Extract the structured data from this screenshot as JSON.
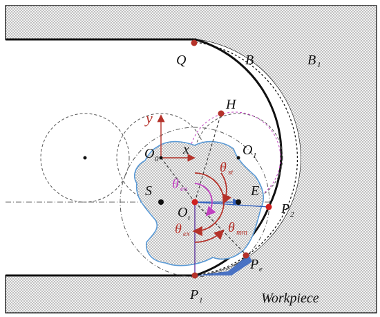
{
  "figure": {
    "workpiece_label": "Workpiece",
    "curve_labels": {
      "B": "B",
      "B1": "B",
      "B1_sub": "1"
    },
    "point_labels": {
      "Q": "Q",
      "H": "H",
      "S": "S",
      "E": "E",
      "O0": "O",
      "O0_sub": "0",
      "O1": "O",
      "O1_sub": "1",
      "Ot": "O",
      "Ot_sub": "t",
      "P1": "P",
      "P1_sub": "1",
      "P2": "P",
      "P2_sub": "2",
      "Pe": "P",
      "Pe_sub": "e"
    },
    "axis_labels": {
      "x": "x",
      "y": "y"
    },
    "angle_labels": {
      "theta": "θ",
      "st": "st",
      "en": "en",
      "ex": "ex",
      "mm": "mm"
    }
  },
  "colors": {
    "marker": "#b5322a",
    "angle_red": "#b5322a",
    "angle_magenta": "#c040c0",
    "cutter_edge": "#5a9ad6",
    "dashed": "#555555",
    "hatch": "#888888",
    "highlight_blue": "#3060c0"
  }
}
